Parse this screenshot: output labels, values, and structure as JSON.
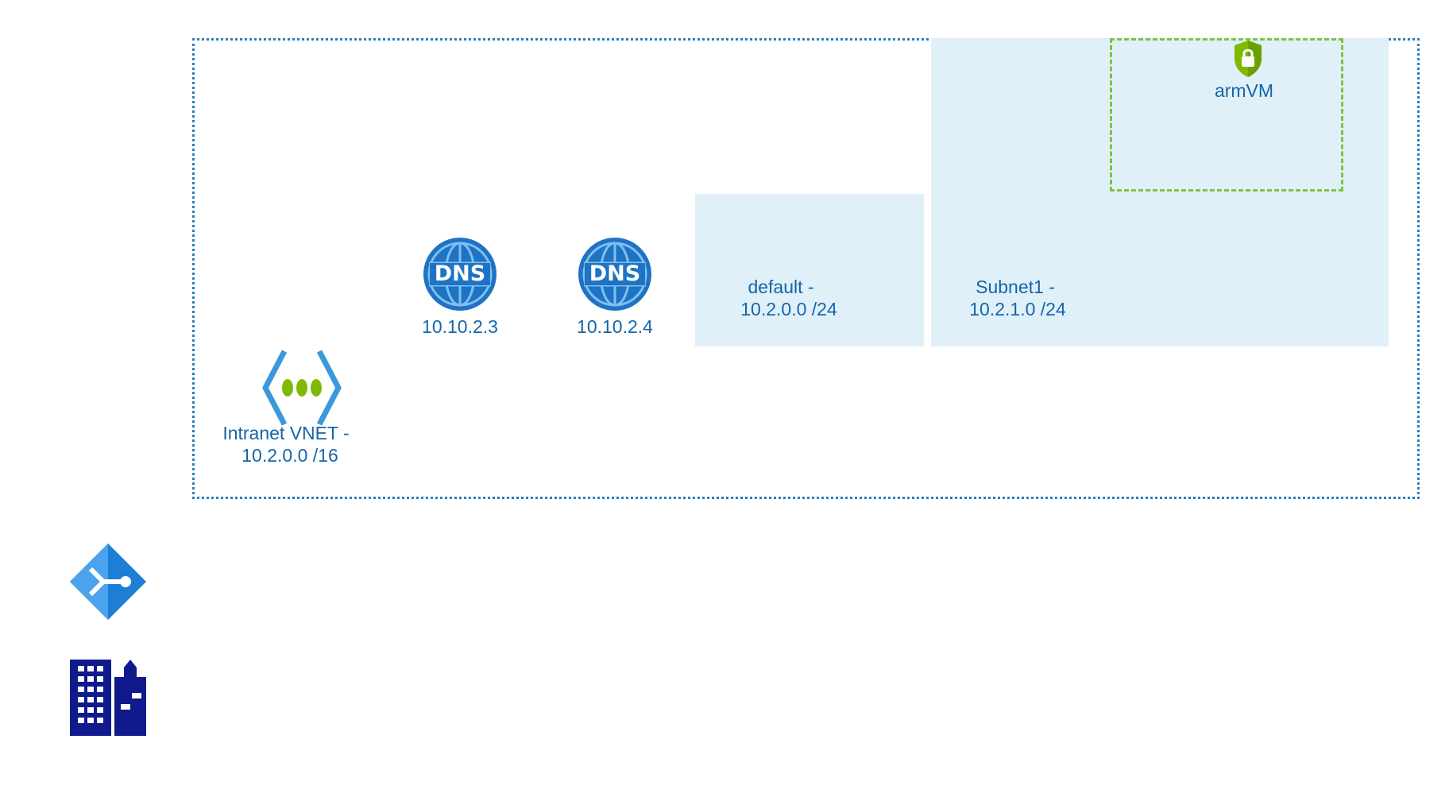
{
  "vnet": {
    "label_line1": "Intranet VNET -",
    "label_line2": "10.2.0.0 /16",
    "icon": "virtual-network-icon",
    "border_color": "#2b7fbd"
  },
  "dns_servers": [
    {
      "label": "10.10.2.3",
      "icon": "dns-icon",
      "icon_text": "DNS"
    },
    {
      "label": "10.10.2.4",
      "icon": "dns-icon",
      "icon_text": "DNS"
    }
  ],
  "subnets": [
    {
      "label_line1": "default -",
      "label_line2": "10.2.0.0 /24",
      "fill": "#e0f0f9"
    },
    {
      "label_line1": "Subnet1 -",
      "label_line2": "10.2.1.0 /24",
      "fill": "#e0f0f9"
    }
  ],
  "vm": {
    "label": "armVM",
    "icon": "network-security-group-icon",
    "border_color": "#7fc241"
  },
  "legend_icons": [
    {
      "icon": "vpn-gateway-icon",
      "color": "#1e7ed6"
    },
    {
      "icon": "on-premises-building-icon",
      "color": "#0f1a8c"
    }
  ],
  "text_color": "#1565a8"
}
